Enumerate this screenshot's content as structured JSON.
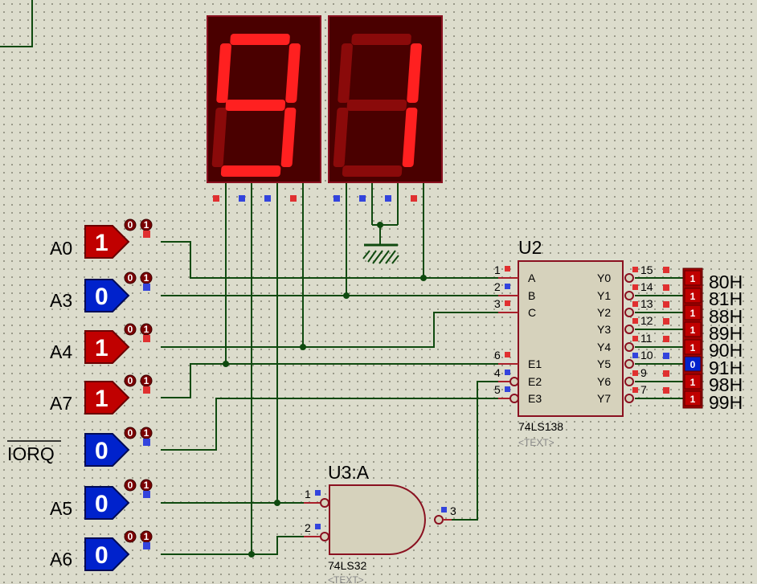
{
  "colors": {
    "wire": "#0f4a0f",
    "high": "#c00000",
    "low": "#0022cc",
    "segment_on": "#ff2020",
    "segment_off": "#8a0a0a",
    "display_bg": "#4a0000",
    "chip_body": "#d6d2bc"
  },
  "inputs": [
    {
      "label": "A0",
      "value": "1",
      "state": "high",
      "probe_digits": [
        "0",
        "1"
      ]
    },
    {
      "label": "A3",
      "value": "0",
      "state": "low",
      "probe_digits": [
        "0",
        "1"
      ]
    },
    {
      "label": "A4",
      "value": "1",
      "state": "high",
      "probe_digits": [
        "0",
        "1"
      ]
    },
    {
      "label": "A7",
      "value": "1",
      "state": "high",
      "probe_digits": [
        "0",
        "1"
      ]
    },
    {
      "label": "IORQ",
      "value": "0",
      "state": "low",
      "overline": true,
      "probe_digits": [
        "0",
        "1"
      ]
    },
    {
      "label": "A5",
      "value": "0",
      "state": "low",
      "probe_digits": [
        "0",
        "1"
      ]
    },
    {
      "label": "A6",
      "value": "0",
      "state": "low",
      "probe_digits": [
        "0",
        "1"
      ]
    }
  ],
  "displays": [
    {
      "segments_on": [
        "a",
        "b",
        "c",
        "d",
        "f",
        "g"
      ]
    },
    {
      "segments_on": [
        "b",
        "c"
      ]
    }
  ],
  "decoder": {
    "ref": "U2",
    "part": "74LS138",
    "text": "<TEXT>",
    "left_pins": [
      {
        "num": "1",
        "name": "A"
      },
      {
        "num": "2",
        "name": "B"
      },
      {
        "num": "3",
        "name": "C"
      },
      {
        "num": "6",
        "name": "E1"
      },
      {
        "num": "4",
        "name": "E2"
      },
      {
        "num": "5",
        "name": "E3"
      }
    ],
    "right_pins": [
      {
        "num": "15",
        "name": "Y0"
      },
      {
        "num": "14",
        "name": "Y1"
      },
      {
        "num": "13",
        "name": "Y2"
      },
      {
        "num": "12",
        "name": "Y3"
      },
      {
        "num": "11",
        "name": "Y4"
      },
      {
        "num": "10",
        "name": "Y5"
      },
      {
        "num": "9",
        "name": "Y6"
      },
      {
        "num": "7",
        "name": "Y7"
      }
    ]
  },
  "gate": {
    "ref": "U3:A",
    "part": "74LS32",
    "text": "<TEXT>",
    "pins": [
      "1",
      "2",
      "3"
    ]
  },
  "outputs": [
    {
      "bit": "1",
      "state": "high",
      "address": "80H"
    },
    {
      "bit": "1",
      "state": "high",
      "address": "81H"
    },
    {
      "bit": "1",
      "state": "high",
      "address": "88H"
    },
    {
      "bit": "1",
      "state": "high",
      "address": "89H"
    },
    {
      "bit": "1",
      "state": "high",
      "address": "90H"
    },
    {
      "bit": "0",
      "state": "low",
      "address": "91H"
    },
    {
      "bit": "1",
      "state": "high",
      "address": "98H"
    },
    {
      "bit": "1",
      "state": "high",
      "address": "99H"
    }
  ]
}
